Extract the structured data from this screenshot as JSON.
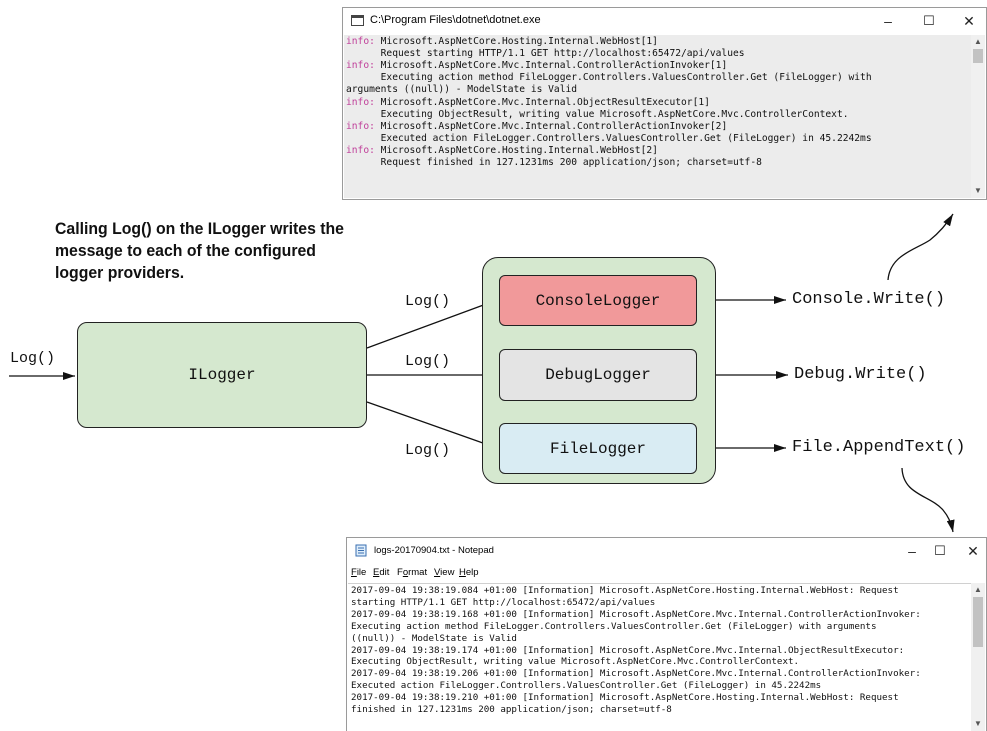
{
  "console_window": {
    "title": "C:\\Program Files\\dotnet\\dotnet.exe",
    "controls": {
      "minimize": "–",
      "maximize": "☐",
      "close": "✕"
    },
    "lines": [
      {
        "level": "info:",
        "text": " Microsoft.AspNetCore.Hosting.Internal.WebHost[1]"
      },
      {
        "level": "",
        "text": "      Request starting HTTP/1.1 GET http://localhost:65472/api/values"
      },
      {
        "level": "info:",
        "text": " Microsoft.AspNetCore.Mvc.Internal.ControllerActionInvoker[1]"
      },
      {
        "level": "",
        "text": "      Executing action method FileLogger.Controllers.ValuesController.Get (FileLogger) with"
      },
      {
        "level": "",
        "text": "arguments ((null)) - ModelState is Valid"
      },
      {
        "level": "info:",
        "text": " Microsoft.AspNetCore.Mvc.Internal.ObjectResultExecutor[1]"
      },
      {
        "level": "",
        "text": "      Executing ObjectResult, writing value Microsoft.AspNetCore.Mvc.ControllerContext."
      },
      {
        "level": "info:",
        "text": " Microsoft.AspNetCore.Mvc.Internal.ControllerActionInvoker[2]"
      },
      {
        "level": "",
        "text": "      Executed action FileLogger.Controllers.ValuesController.Get (FileLogger) in 45.2242ms"
      },
      {
        "level": "info:",
        "text": " Microsoft.AspNetCore.Hosting.Internal.WebHost[2]"
      },
      {
        "level": "",
        "text": "      Request finished in 127.1231ms 200 application/json; charset=utf-8"
      }
    ]
  },
  "notepad_window": {
    "title": "logs-20170904.txt - Notepad",
    "controls": {
      "minimize": "–",
      "maximize": "☐",
      "close": "✕"
    },
    "menu": [
      {
        "accel": "F",
        "rest": "ile"
      },
      {
        "accel": "E",
        "rest": "dit"
      },
      {
        "pre": "F",
        "accel": "o",
        "rest": "rmat"
      },
      {
        "accel": "V",
        "rest": "iew"
      },
      {
        "accel": "H",
        "rest": "elp"
      }
    ],
    "lines": [
      "2017-09-04 19:38:19.084 +01:00 [Information] Microsoft.AspNetCore.Hosting.Internal.WebHost: Request",
      "starting HTTP/1.1 GET http://localhost:65472/api/values",
      "2017-09-04 19:38:19.168 +01:00 [Information] Microsoft.AspNetCore.Mvc.Internal.ControllerActionInvoker:",
      "Executing action method FileLogger.Controllers.ValuesController.Get (FileLogger) with arguments",
      "((null)) - ModelState is Valid",
      "2017-09-04 19:38:19.174 +01:00 [Information] Microsoft.AspNetCore.Mvc.Internal.ObjectResultExecutor:",
      "Executing ObjectResult, writing value Microsoft.AspNetCore.Mvc.ControllerContext.",
      "2017-09-04 19:38:19.206 +01:00 [Information] Microsoft.AspNetCore.Mvc.Internal.ControllerActionInvoker:",
      "Executed action FileLogger.Controllers.ValuesController.Get (FileLogger) in 45.2242ms",
      "2017-09-04 19:38:19.210 +01:00 [Information] Microsoft.AspNetCore.Hosting.Internal.WebHost: Request",
      "finished in 127.1231ms 200 application/json; charset=utf-8"
    ]
  },
  "diagram": {
    "caption": "Calling Log() on the ILogger writes the message to each of the configured logger providers.",
    "input_label": "Log()",
    "ilogger": "ILogger",
    "providers": [
      {
        "name": "ConsoleLogger",
        "call": "Log()",
        "output": "Console.Write()",
        "color": "#f1999a"
      },
      {
        "name": "DebugLogger",
        "call": "Log()",
        "output": "Debug.Write()",
        "color": "#e4e4e4"
      },
      {
        "name": "FileLogger",
        "call": "Log()",
        "output": "File.AppendText()",
        "color": "#d9ecf3"
      }
    ],
    "group_color": "#d5e8cf"
  }
}
